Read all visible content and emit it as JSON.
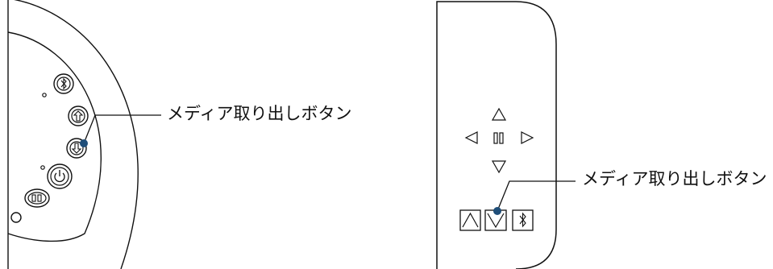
{
  "figure": {
    "left_device": {
      "callout_label": "メディア取り出しボタン",
      "buttons": [
        {
          "name": "bluetooth-button",
          "icon": "bluetooth-icon"
        },
        {
          "name": "volume-up-button",
          "icon": "arrow-up-icon"
        },
        {
          "name": "media-eject-button",
          "icon": "arrow-down-icon"
        },
        {
          "name": "power-button",
          "icon": "power-icon"
        },
        {
          "name": "play-pause-button",
          "icon": "pause-icon"
        }
      ]
    },
    "right_device": {
      "callout_label": "メディア取り出しボタン",
      "remote_icons": [
        "up-triangle-icon",
        "left-triangle-icon",
        "pause-icon",
        "right-triangle-icon",
        "down-triangle-icon"
      ],
      "bottom_buttons": [
        "volume-up-icon",
        "media-eject-icon",
        "bluetooth-icon"
      ]
    },
    "colors": {
      "line": "#111111",
      "callout_dot": "#1f4e79"
    }
  }
}
